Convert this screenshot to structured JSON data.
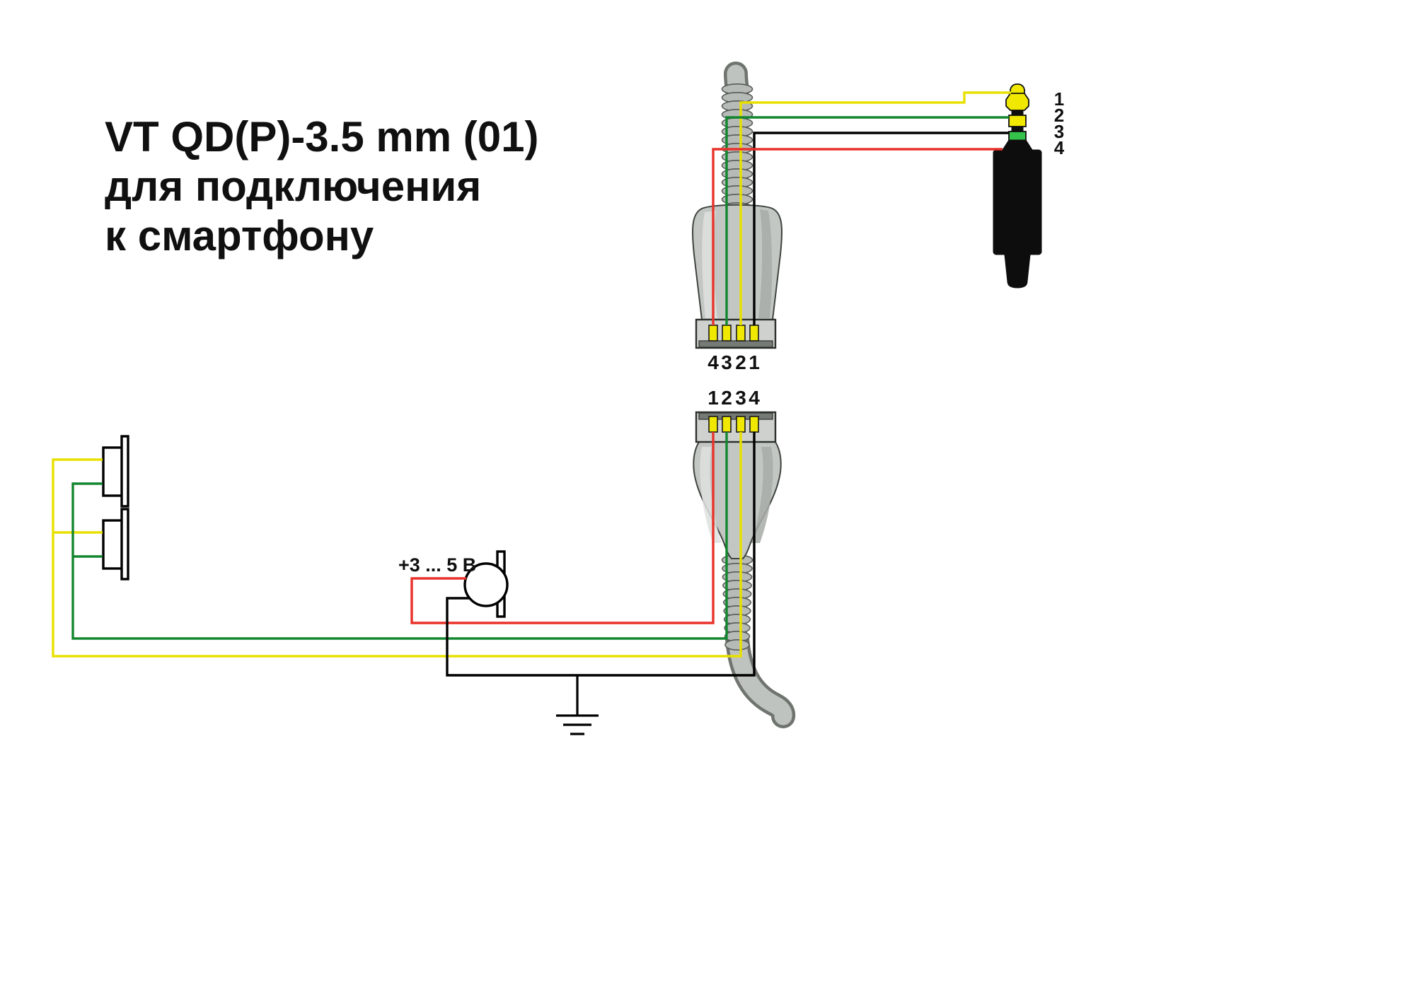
{
  "title": {
    "lines": [
      "VT QD(P)-3.5 mm (01)",
      "для подключения",
      "к смартфону"
    ]
  },
  "top_connector": {
    "pin_labels": [
      "4",
      "3",
      "2",
      "1"
    ]
  },
  "bottom_connector": {
    "pin_labels": [
      "1",
      "2",
      "3",
      "4"
    ]
  },
  "jack": {
    "contact_labels": [
      "1",
      "2",
      "3",
      "4"
    ]
  },
  "microphone": {
    "label": "+3 ... 5 В"
  },
  "colors": {
    "yellow": "#e8e000",
    "green": "#12862f",
    "red": "#e8322a",
    "black": "#000000",
    "pin_yellow": "#f0e800",
    "jack_band_yellow": "#f0e800",
    "jack_band_green": "#35c24a",
    "connector_body": "#c3c7c4"
  }
}
